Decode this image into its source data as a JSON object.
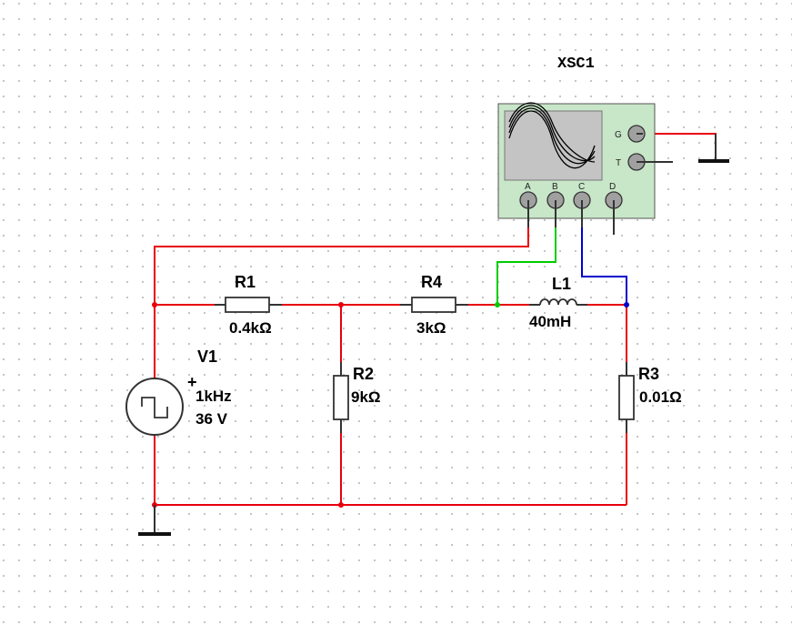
{
  "colors": {
    "wire_main": "#e8000b",
    "wire_channel_b": "#00cc00",
    "wire_channel_c": "#0000cc",
    "scope_body": "#c8e6c8",
    "scope_screen": "#c4c4c4",
    "grid_dot": "#9a9a9a"
  },
  "oscilloscope": {
    "label": "XSC1",
    "channels": [
      "A",
      "B",
      "C",
      "D"
    ],
    "right_terminals": [
      "G",
      "T"
    ]
  },
  "components": {
    "v1": {
      "name": "V1",
      "frequency": "1kHz",
      "amplitude": "36 V",
      "polarity": "+"
    },
    "r1": {
      "name": "R1",
      "value": "0.4kΩ"
    },
    "r2": {
      "name": "R2",
      "value": "9kΩ"
    },
    "r3": {
      "name": "R3",
      "value": "0.01Ω"
    },
    "r4": {
      "name": "R4",
      "value": "3kΩ"
    },
    "l1": {
      "name": "L1",
      "value": "40mH"
    }
  }
}
